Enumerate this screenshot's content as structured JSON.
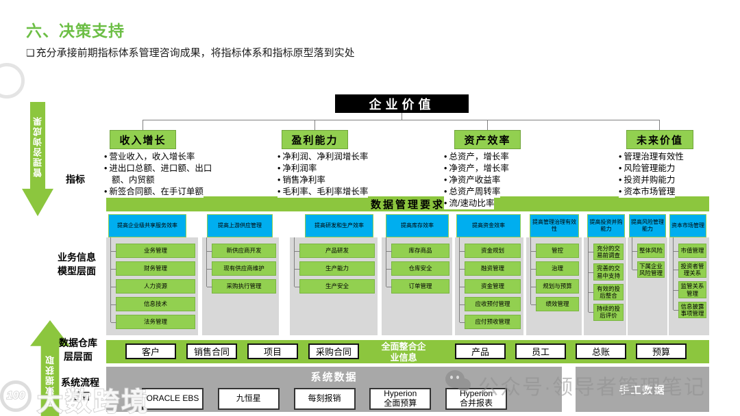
{
  "slide": {
    "title": "六、决策支持",
    "bullet_glyph": "❑",
    "subtitle": "充分承接前期指标体系管理咨询成果，将指标体系和指标原型落到实处"
  },
  "rail": {
    "arrow_down_label": "管理咨询成果",
    "arrow_up_label": "BI数据获取",
    "indicator_label": "指标",
    "business_layer_label": "业务信息模型层面",
    "warehouse_layer_label": "数据仓库层层面",
    "system_layer_label": "系统流程层面"
  },
  "value_tree": {
    "root": "企业价值",
    "categories": [
      {
        "name": "收入增长",
        "bullets": [
          "营业收入，收入增长率",
          "进出口总额、进口额、出口额、内贸额",
          "新签合同额、在手订单额"
        ]
      },
      {
        "name": "盈利能力",
        "bullets": [
          "净利润、净利润增长率",
          "净利润率",
          "销售净利率",
          "毛利率、毛利率增长率"
        ]
      },
      {
        "name": "资产效率",
        "bullets": [
          "总资产，增长率",
          "净资产，增长率",
          "净资产收益率",
          "总资产周转率",
          "流/速动比率"
        ]
      },
      {
        "name": "未来价值",
        "bullets": [
          "管理治理有效性",
          "风险管理能力",
          "投资并购能力",
          "资本市场管理"
        ]
      }
    ]
  },
  "data_mgmt": {
    "bar_label": "数据管理要求",
    "groups": [
      {
        "header": "提高企业级共享服务效率",
        "items": [
          "业务管理",
          "财务管理",
          "人力资源",
          "信息技术",
          "法务管理"
        ]
      },
      {
        "header": "提高上游供应管理",
        "items": [
          "新供应商开发",
          "现有供应商维护",
          "采购执行管理"
        ]
      },
      {
        "header": "提高研发和生产效率",
        "items": [
          "产品研发",
          "生产能力",
          "生产安全"
        ]
      },
      {
        "header": "提高库存效率",
        "items": [
          "库存商品",
          "仓库安全",
          "订单管理"
        ]
      },
      {
        "header": "提高资金效率",
        "items": [
          "资金规划",
          "融资管理",
          "资金管理",
          "应收预付管理",
          "应付预收管理"
        ]
      },
      {
        "header": "提高管理治理有效性",
        "items": [
          "管控",
          "治理",
          "规划与预算",
          "绩效管理"
        ]
      },
      {
        "header": "提高投资并购能力",
        "items": [
          "充分的交易前调查",
          "完善的交易中支持",
          "有效的投后整合",
          "持续的投后评价"
        ]
      },
      {
        "header": "提高风险管理能力",
        "items": [
          "整体风险",
          "下属企业风险管理"
        ]
      },
      {
        "header": "资本市场管理",
        "items": [
          "市值管理",
          "投资者管理关系",
          "监管关系管理",
          "信息披露事项管理"
        ]
      }
    ]
  },
  "warehouse": {
    "integration_label": "全面整合企业信息",
    "left_boxes": [
      "客户",
      "销售合同",
      "项目",
      "采购合同"
    ],
    "right_boxes": [
      "产品",
      "员工",
      "总账",
      "预算"
    ]
  },
  "systems": {
    "system_title": "系统数据",
    "system_boxes": [
      "ORACLE EBS",
      "九恒星",
      "每刻报销",
      "Hyperion\n全面预算",
      "Hyperion\n合并报表"
    ],
    "manual_title": "手工数据"
  },
  "watermarks": {
    "brand_logo": "100",
    "brand_text": "大数跨境",
    "wechat_text": "公众号·领导者管理笔记"
  },
  "colors": {
    "accent_green": "#8CC63E",
    "box_green": "#92D050",
    "cyan": "#00AEEF",
    "panel_gray": "#D8D8D8",
    "bar_gray": "#A8A8A8",
    "title_green": "#6CBE45"
  }
}
